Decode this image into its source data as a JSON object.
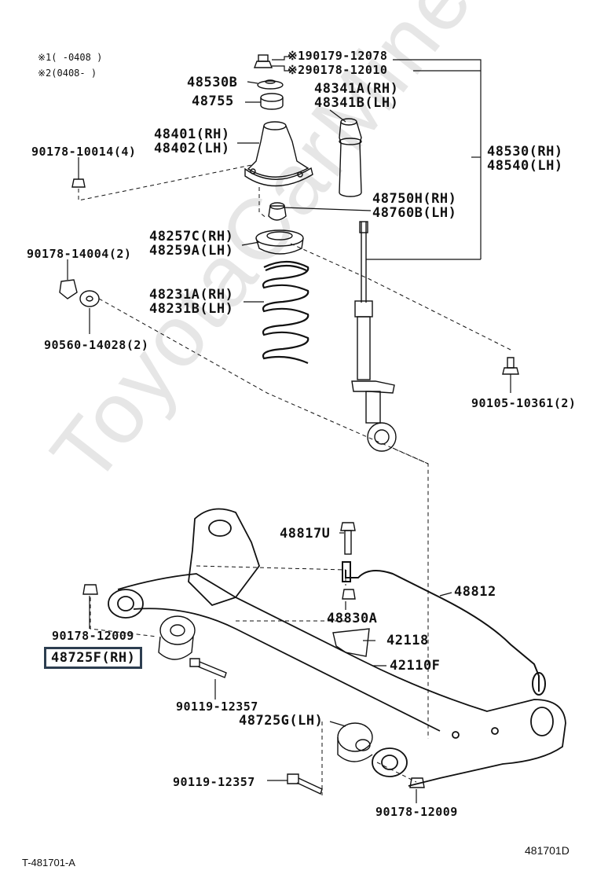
{
  "notes": {
    "n1": "※1(    -0408 )",
    "n2": "※2(0408-       )"
  },
  "watermark": "ToyotaCarMine.ru",
  "labels": {
    "p90179": "※190179-12078",
    "p90178_12010": "※290178-12010",
    "p48530B": "48530B",
    "p48341A": "48341A(RH)",
    "p48341B": "48341B(LH)",
    "p48755": "48755",
    "p48401": "48401(RH)",
    "p48402": "48402(LH)",
    "p48530": "48530(RH)",
    "p48540": "48540(LH)",
    "p90178_10014": "90178-10014(4)",
    "p48750H": "48750H(RH)",
    "p48760B": "48760B(LH)",
    "p48257C": "48257C(RH)",
    "p48259A": "48259A(LH)",
    "p90178_14004": "90178-14004(2)",
    "p48231A": "48231A(RH)",
    "p48231B": "48231B(LH)",
    "p90560": "90560-14028(2)",
    "p90105": "90105-10361(2)",
    "p48817U": "48817U",
    "p48812": "48812",
    "p48830A": "48830A",
    "p90178_12009a": "90178-12009",
    "p42118": "42118",
    "p48725F": "48725F(RH)",
    "p42110F": "42110F",
    "p90119a": "90119-12357",
    "p48725G": "48725G(LH)",
    "p90119b": "90119-12357",
    "p90178_12009b": "90178-12009"
  },
  "footer": {
    "left": "T-481701-A",
    "right": "481701D"
  },
  "colors": {
    "line": "#111111",
    "highlight_border": "#2d3e50",
    "watermark": "#e6e6e6"
  }
}
